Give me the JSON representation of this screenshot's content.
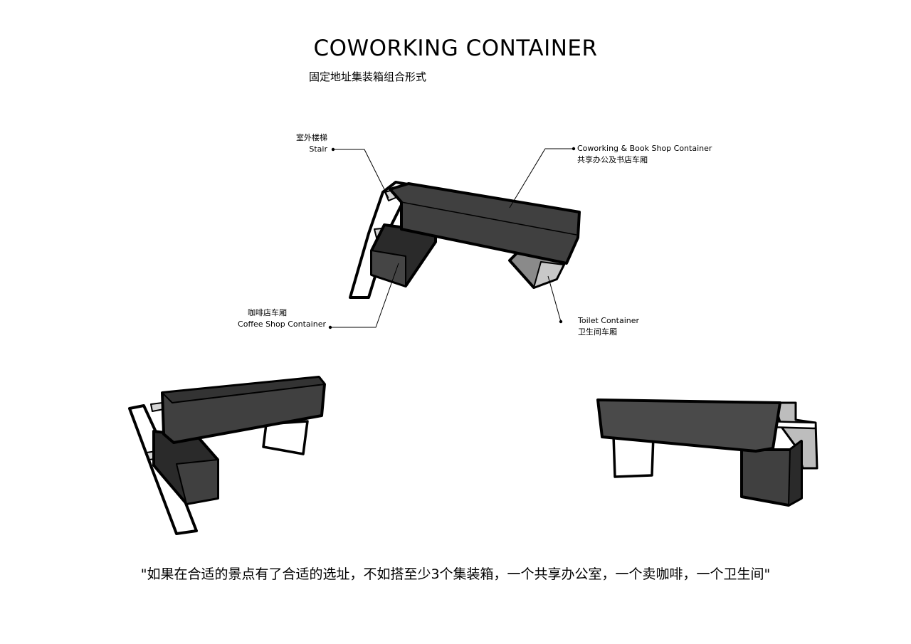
{
  "title": "COWORKING CONTAINER",
  "subtitle": "固定地址集装箱组合形式",
  "callouts": {
    "stair": {
      "zh": "室外楼梯",
      "en": "Stair"
    },
    "coworking": {
      "en": "Coworking  & Book Shop Container",
      "zh": "共享办公及书店车厢"
    },
    "coffee": {
      "zh": "咖啡店车厢",
      "en": "Coffee Shop Container"
    },
    "toilet": {
      "en": "Toilet Container",
      "zh": "卫生间车厢"
    }
  },
  "quote": "\"如果在合适的景点有了合适的选址，不如搭至少3个集装箱，一个共享办公室，一个卖咖啡，一个卫生间\"",
  "colors": {
    "dark": "#404040",
    "darker": "#2a2a2a",
    "mid": "#8a8a8a",
    "light": "#cfcfcf",
    "white": "#ffffff",
    "stroke": "#000000"
  }
}
